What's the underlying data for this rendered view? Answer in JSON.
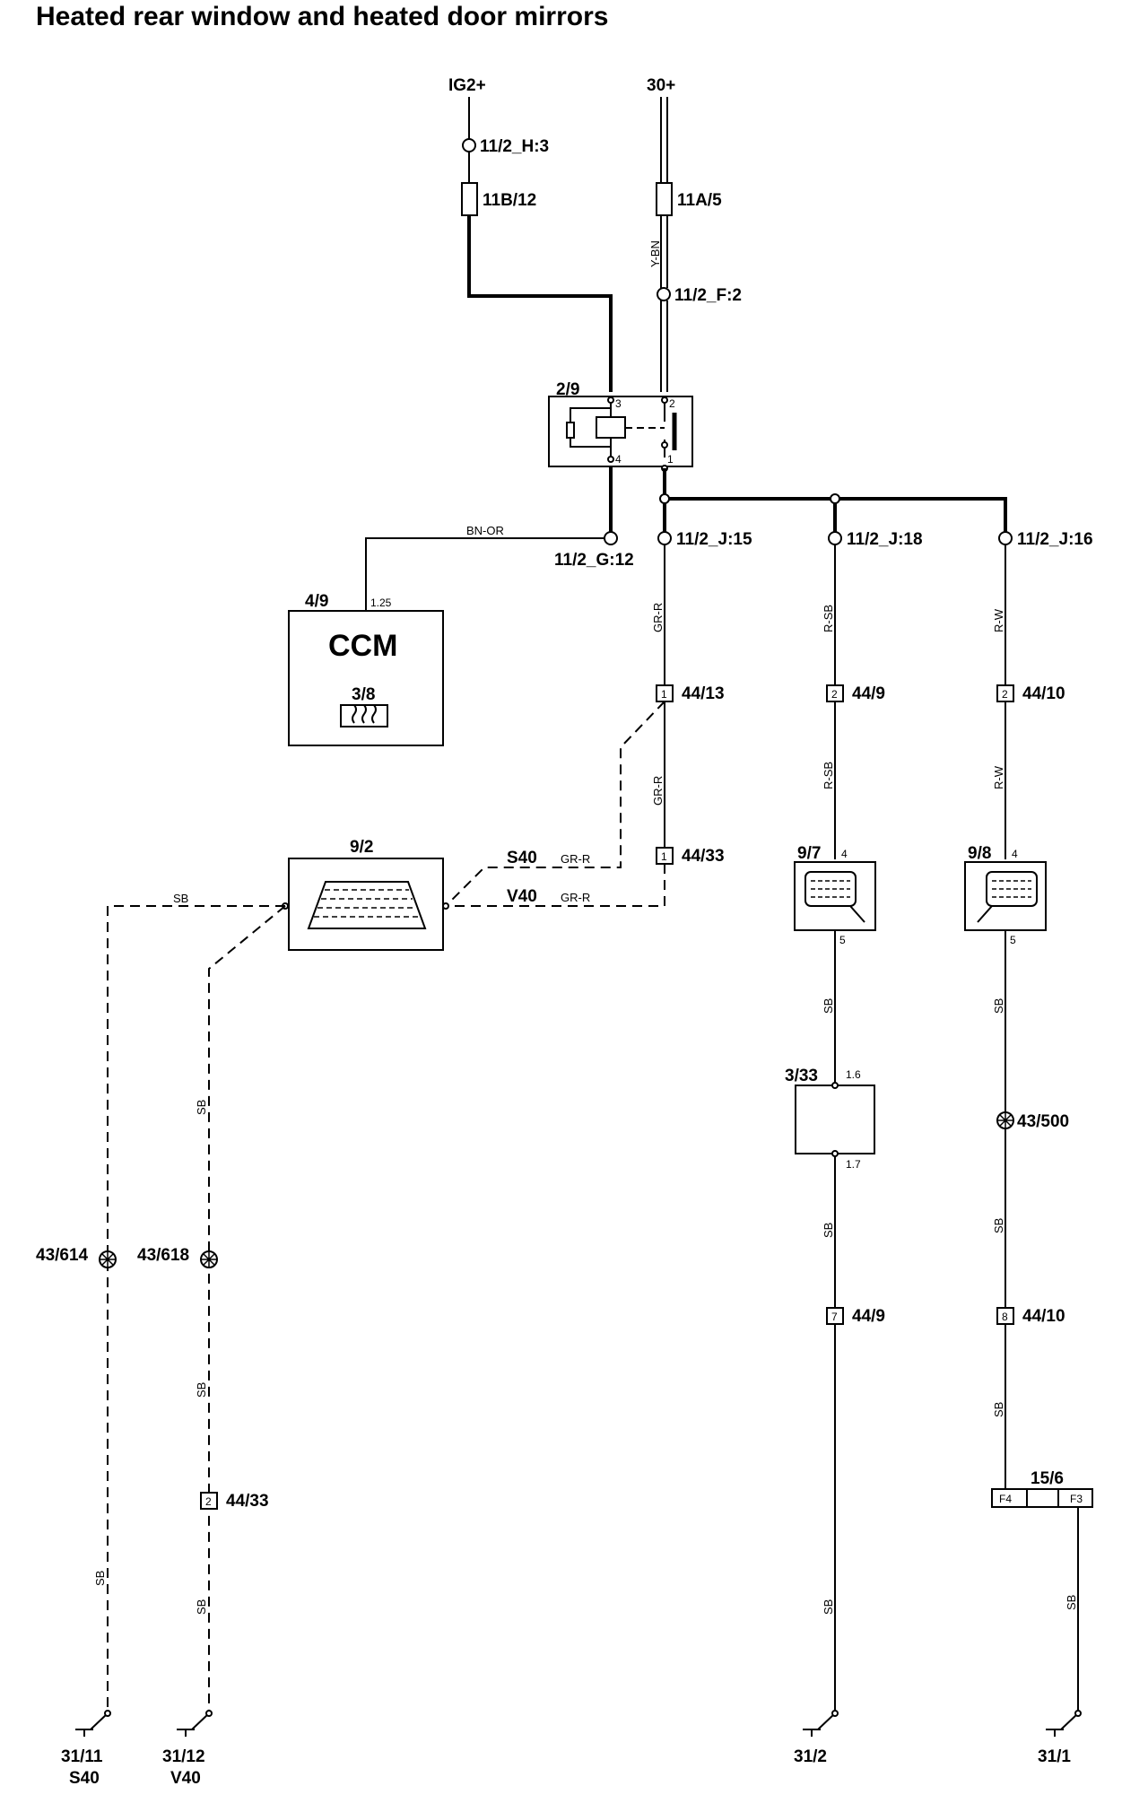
{
  "title": "Heated rear window and heated door mirrors",
  "supply": {
    "ig2": "IG2+",
    "bat30": "30+"
  },
  "connectors": {
    "h3": "11/2_H:3",
    "f2": "11/2_F:2",
    "g12": "11/2_G:12",
    "j15": "11/2_J:15",
    "j18": "11/2_J:18",
    "j16": "11/2_J:16"
  },
  "fuses": {
    "f11b12": "11B/12",
    "f11a5": "11A/5"
  },
  "relay": {
    "id": "2/9",
    "pin3": "3",
    "pin2": "2",
    "pin4": "4",
    "pin1": "1"
  },
  "ccm": {
    "id": "4/9",
    "name": "CCM",
    "pin": "1.25",
    "switch_id": "3/8"
  },
  "rear_window": {
    "id": "9/2"
  },
  "mirror_left": {
    "id": "9/7",
    "pin_in": "4",
    "pin_out": "5"
  },
  "mirror_right": {
    "id": "9/8",
    "pin_in": "4",
    "pin_out": "5"
  },
  "module_333": {
    "id": "3/33",
    "pin_in": "1.6",
    "pin_out": "1.7"
  },
  "module_156": {
    "id": "15/6",
    "pin_f4": "F4",
    "pin_f3": "F3"
  },
  "splices": {
    "s614": "43/614",
    "s618": "43/618",
    "s500": "43/500"
  },
  "inline": {
    "c4413": {
      "pin": "1",
      "label": "44/13"
    },
    "c449a": {
      "pin": "2",
      "label": "44/9"
    },
    "c4410a": {
      "pin": "2",
      "label": "44/10"
    },
    "c4433a": {
      "pin": "1",
      "label": "44/33"
    },
    "c4433b": {
      "pin": "2",
      "label": "44/33"
    },
    "c449b": {
      "pin": "7",
      "label": "44/9"
    },
    "c4410b": {
      "pin": "8",
      "label": "44/10"
    }
  },
  "variants": {
    "s40": "S40",
    "v40": "V40"
  },
  "wire_colors": {
    "ybn": "Y-BN",
    "bnor": "BN-OR",
    "grr": "GR-R",
    "rsb": "R-SB",
    "rw": "R-W",
    "sb": "SB"
  },
  "grounds": {
    "g3111": "31/11",
    "g3111v": "S40",
    "g3112": "31/12",
    "g3112v": "V40",
    "g312": "31/2",
    "g311": "31/1"
  }
}
